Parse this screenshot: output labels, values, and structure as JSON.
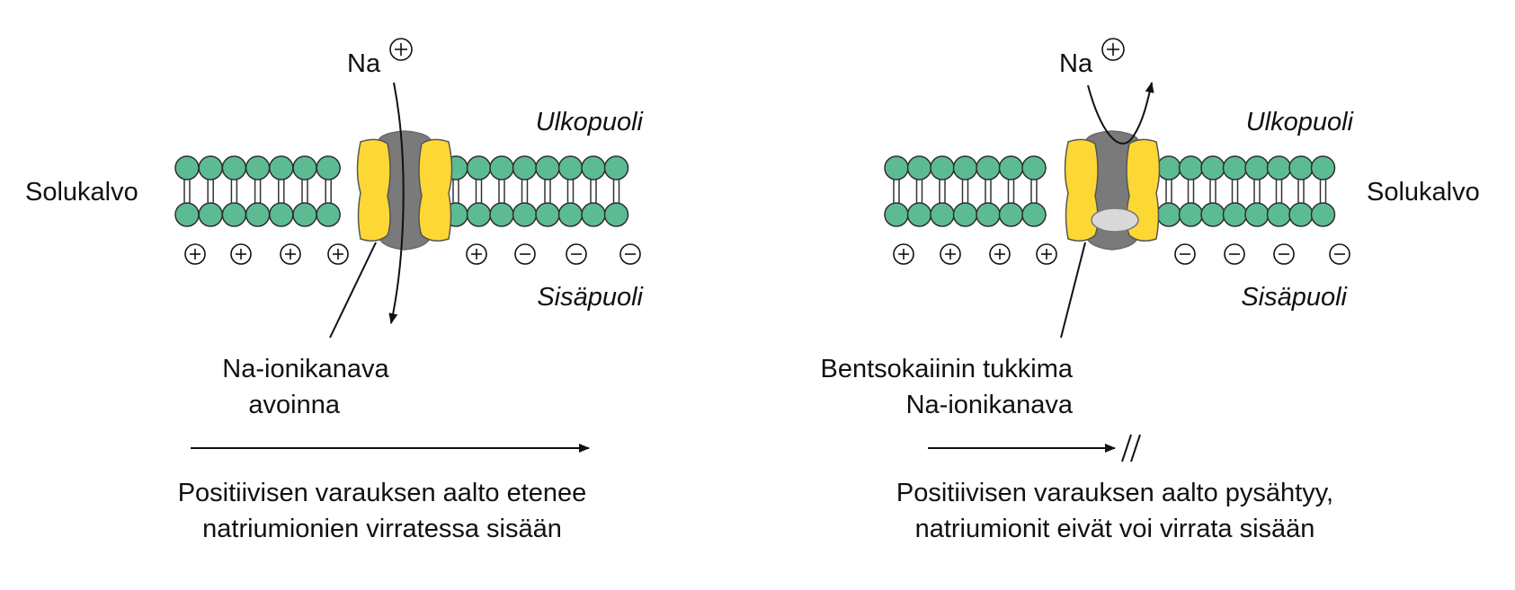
{
  "left_panel": {
    "ion_symbol": "Na",
    "outside_label": "Ulkopuoli",
    "inside_label": "Sisäpuoli",
    "membrane_label": "Solukalvo",
    "channel_label_line1": "Na-ionikanava",
    "channel_label_line2": "avoinna",
    "caption_line1": "Positiivisen varauksen aalto etenee",
    "caption_line2": "natriumionien virratessa sisään",
    "charges": [
      "+",
      "+",
      "+",
      "+",
      "+",
      "−",
      "−",
      "−"
    ]
  },
  "right_panel": {
    "ion_symbol": "Na",
    "outside_label": "Ulkopuoli",
    "inside_label": "Sisäpuoli",
    "membrane_label": "Solukalvo",
    "channel_label_line1": "Bentsokaiinin tukkima",
    "channel_label_line2": "Na-ionikanava",
    "caption_line1": "Positiivisen varauksen aalto pysähtyy,",
    "caption_line2": "natriumionit eivät voi virrata sisään",
    "charges": [
      "+",
      "+",
      "+",
      "+",
      "−",
      "−",
      "−",
      "−"
    ]
  },
  "colors": {
    "lipid_head": "#5dbb94",
    "channel_yellow": "#fdd835",
    "channel_gray": "#7a7a7a",
    "blocker": "#d9d9d9",
    "ink": "#111111"
  },
  "icons": [
    "plus-charge-icon",
    "minus-charge-icon",
    "arrow-icon",
    "break-mark-icon"
  ]
}
